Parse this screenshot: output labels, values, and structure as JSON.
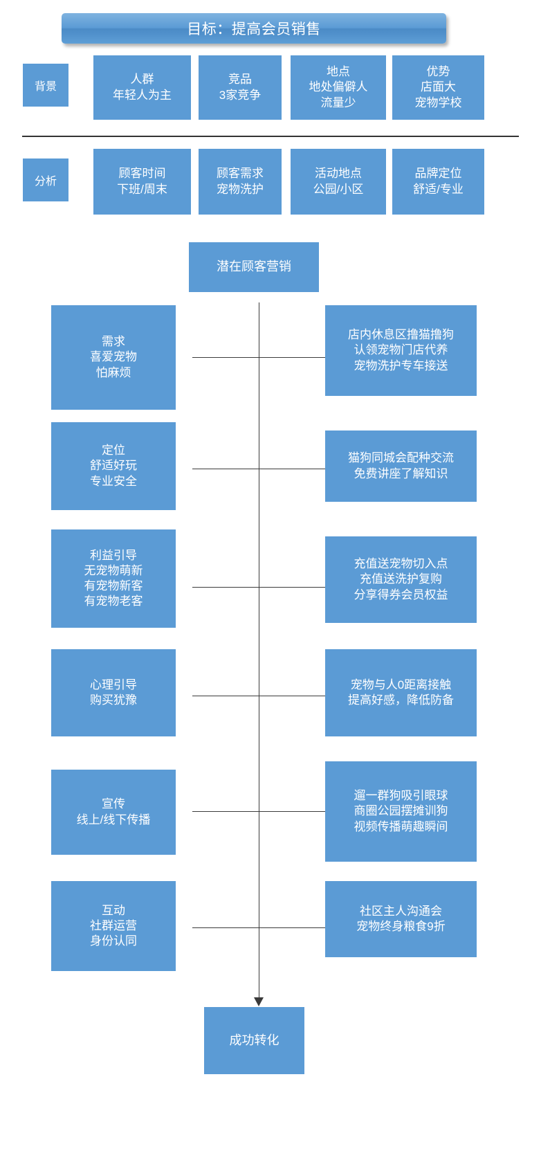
{
  "title": {
    "text": "目标：提高会员销售"
  },
  "sections": [
    {
      "label": "背景",
      "cards": [
        {
          "lines": [
            "人群",
            "年轻人为主"
          ]
        },
        {
          "lines": [
            "竞品",
            "3家竞争"
          ]
        },
        {
          "lines": [
            "地点",
            "地处偏僻人",
            "流量少"
          ]
        },
        {
          "lines": [
            "优势",
            "店面大",
            "宠物学校"
          ]
        }
      ]
    },
    {
      "label": "分析",
      "cards": [
        {
          "lines": [
            "顾客时间",
            "下班/周末"
          ]
        },
        {
          "lines": [
            "顾客需求",
            "宠物洗护"
          ]
        },
        {
          "lines": [
            "活动地点",
            "公园/小区"
          ]
        },
        {
          "lines": [
            "品牌定位",
            "舒适/专业"
          ]
        }
      ]
    }
  ],
  "funnel": {
    "header": "潜在顾客营销",
    "result": "成功转化",
    "stages": [
      {
        "left": [
          "需求",
          "喜爱宠物",
          "怕麻烦"
        ],
        "right": [
          "店内休息区撸猫撸狗",
          "认领宠物门店代养",
          "宠物洗护专车接送"
        ]
      },
      {
        "left": [
          "定位",
          "舒适好玩",
          "专业安全"
        ],
        "right": [
          "猫狗同城会配种交流",
          "免费讲座了解知识"
        ]
      },
      {
        "left": [
          "利益引导",
          "无宠物萌新",
          "有宠物新客",
          "有宠物老客"
        ],
        "right": [
          "充值送宠物切入点",
          "充值送洗护复购",
          "分享得券会员权益"
        ]
      },
      {
        "left": [
          "心理引导",
          "购买犹豫"
        ],
        "right": [
          "宠物与人0距离接触",
          "提高好感，降低防备"
        ]
      },
      {
        "left": [
          "宣传",
          "线上/线下传播"
        ],
        "right": [
          "遛一群狗吸引眼球",
          "商圈公园摆摊训狗",
          "视频传播萌趣瞬间"
        ]
      },
      {
        "left": [
          "互动",
          "社群运营",
          "身份认同"
        ],
        "right": [
          "社区主人沟通会",
          "宠物终身粮食9折"
        ]
      }
    ]
  },
  "colors": {
    "box_fill": "#5b9bd5",
    "box_text": "#ffffff",
    "line": "#3a3a3a",
    "background": "#ffffff"
  }
}
